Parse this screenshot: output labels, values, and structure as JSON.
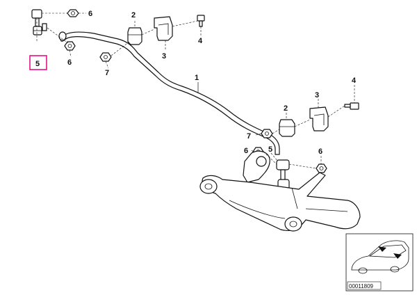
{
  "callouts": {
    "c1": "1",
    "c2_top": "2",
    "c2_right": "2",
    "c3_top": "3",
    "c3_right": "3",
    "c4_top": "4",
    "c4_right": "4",
    "c5_left": "5",
    "c5_right": "5",
    "c6_topleft": "6",
    "c6_left": "6",
    "c6_mid": "6",
    "c6_right": "6",
    "c7_left": "7",
    "c7_right": "7"
  },
  "highlight_color": "#e6007e",
  "reference_number": "00011809"
}
